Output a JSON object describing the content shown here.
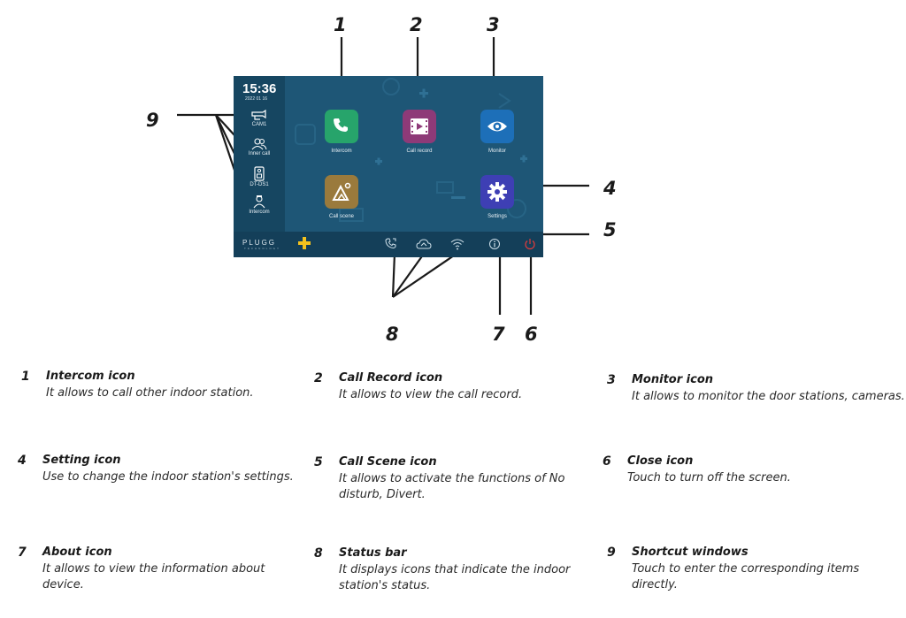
{
  "screen": {
    "clock": "15:36",
    "date": "2022 01 16",
    "shortcuts": [
      {
        "label": "CAM1",
        "icon": "camera-icon"
      },
      {
        "label": "Inner call",
        "icon": "users-icon"
      },
      {
        "label": "DT-DS1",
        "icon": "door-station-icon"
      },
      {
        "label": "Intercom",
        "icon": "intercom-person-icon"
      }
    ],
    "apps": [
      {
        "label": "Intercom",
        "icon": "phone-icon",
        "color": "#27a46b"
      },
      {
        "label": "Call record",
        "icon": "film-play-icon",
        "color": "#8e3a78"
      },
      {
        "label": "Monitor",
        "icon": "eye-icon",
        "color": "#1d6fb8"
      },
      {
        "label": "Call scene",
        "icon": "mountain-icon",
        "color": "#9a7a3c"
      },
      {
        "label": "Settings",
        "icon": "gear-icon",
        "color": "#3e3fb4"
      }
    ],
    "logo": "PLUGG",
    "logo_sub": "TECHNOLOGY",
    "status_icons": [
      "call-forward-icon",
      "cloud-icon",
      "wifi-icon",
      "info-icon",
      "power-icon"
    ],
    "colors": {
      "screen_bg": "#1e5676",
      "power_icon": "#e33b3b",
      "logo_plus": "#f4c21d"
    }
  },
  "callouts": [
    "1",
    "2",
    "3",
    "4",
    "5",
    "6",
    "7",
    "8",
    "9"
  ],
  "legend": [
    {
      "num": "1",
      "title": "Intercom icon",
      "desc": "It allows to call other indoor station."
    },
    {
      "num": "2",
      "title": "Call Record icon",
      "desc": "It allows to view the call record."
    },
    {
      "num": "3",
      "title": "Monitor icon",
      "desc": "It allows to monitor the door stations, cameras."
    },
    {
      "num": "4",
      "title": "Setting icon",
      "desc": "Use to change the indoor station's settings."
    },
    {
      "num": "5",
      "title": "Call Scene icon",
      "desc": "It allows to activate the functions of No disturb, Divert."
    },
    {
      "num": "6",
      "title": "Close icon",
      "desc": "Touch to turn off the screen."
    },
    {
      "num": "7",
      "title": "About icon",
      "desc": "It allows to view the information about device."
    },
    {
      "num": "8",
      "title": "Status bar",
      "desc": "It displays icons that indicate the indoor station's status."
    },
    {
      "num": "9",
      "title": "Shortcut windows",
      "desc": "Touch to enter the corresponding items directly."
    }
  ]
}
